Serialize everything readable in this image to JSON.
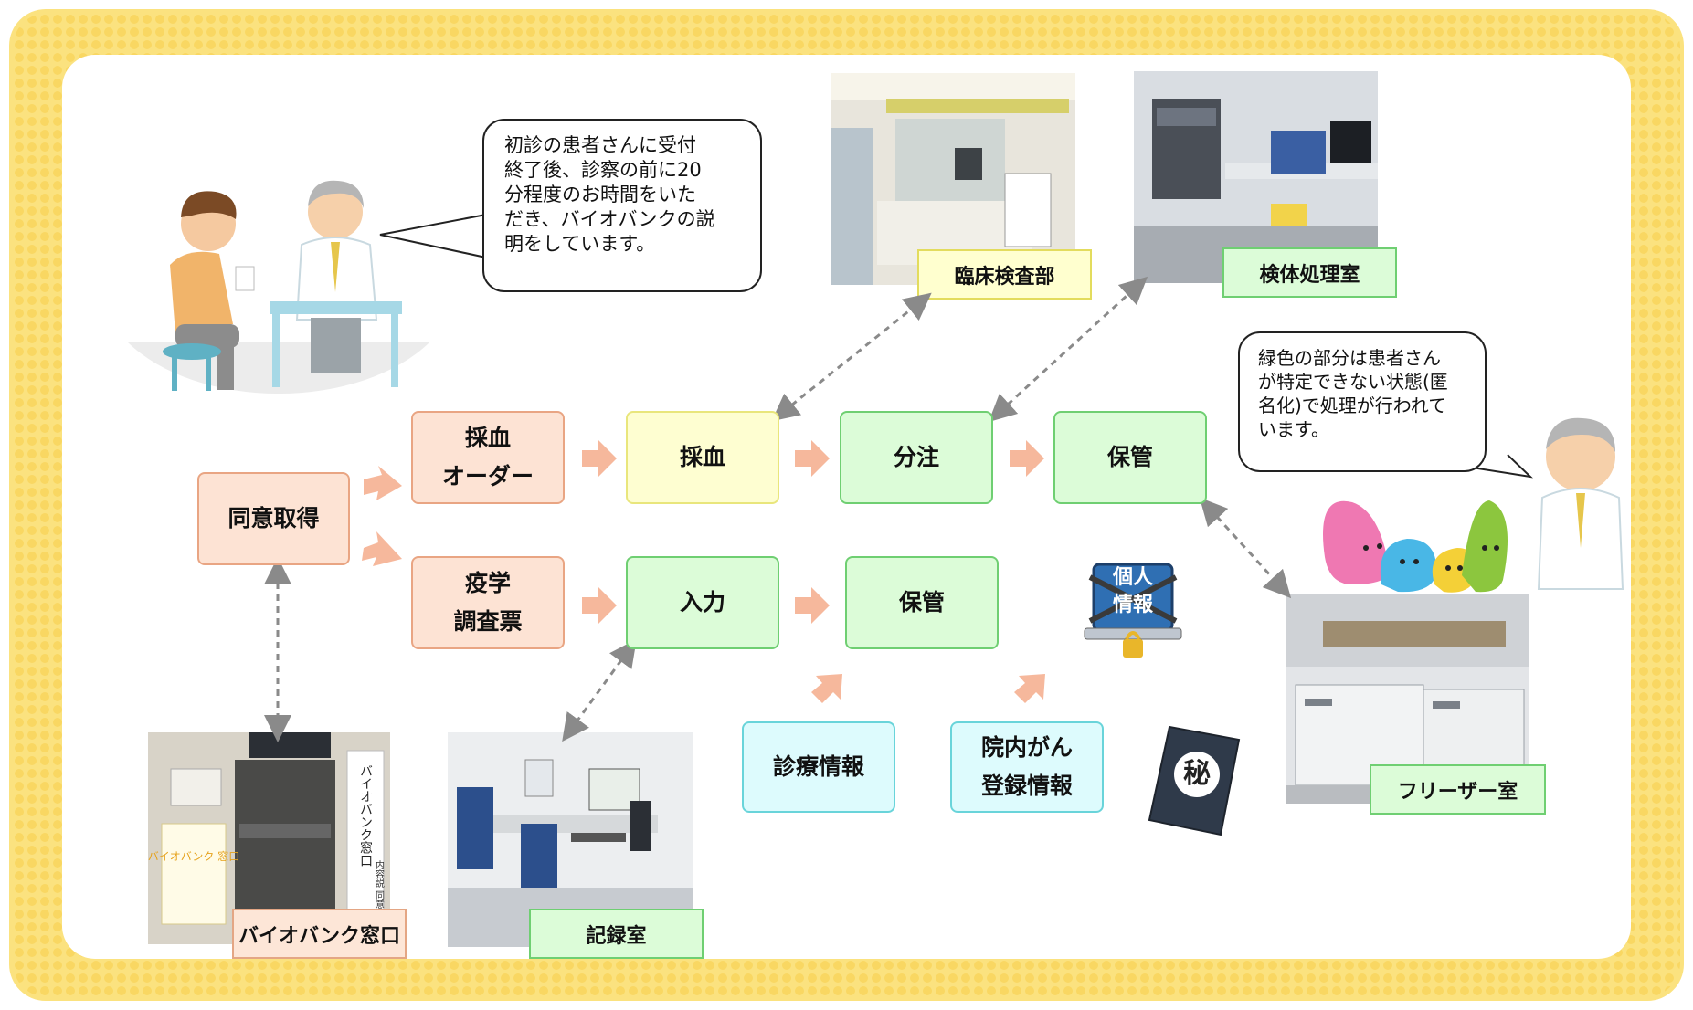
{
  "speech": {
    "doctor_intro": "初診の患者さんに受付\n終了後、診察の前に20\n分程度のお時間をいた\nだき、バイオバンクの説\n明をしています。",
    "anonymous_note": "緑色の部分は患者さん\nが特定できない状態(匿\n名化)で処理が行われて\nいます。"
  },
  "flow": {
    "consent": "同意取得",
    "blood_order": "採血\nオーダー",
    "blood_draw": "採血",
    "aliquot": "分注",
    "storage_top": "保管",
    "survey": "疫学\n調査票",
    "input": "入力",
    "storage_bottom": "保管",
    "medical_info": "診療情報",
    "cancer_registry": "院内がん\n登録情報"
  },
  "places": {
    "clinical_lab": "臨床検査部",
    "specimen_room": "検体処理室",
    "freezer_room": "フリーザー室",
    "biobank_window": "バイオバンク窓口",
    "records_room": "記録室"
  },
  "illustrations": {
    "personal_info_icon": "個人\n情報",
    "secret_book_icon": "秘",
    "biobank_sign": "バイオバンク窓口",
    "window_poster": "バイオバンク\n窓口",
    "window_sub_sign": "内容説\n同意書"
  },
  "colors": {
    "frame": "#f9d762",
    "consent_group": "#fde3d4",
    "identified": "#fefed1",
    "anonymized": "#dcfcd8",
    "source_info": "#ddfbfd",
    "arrow": "#f6b89c"
  }
}
